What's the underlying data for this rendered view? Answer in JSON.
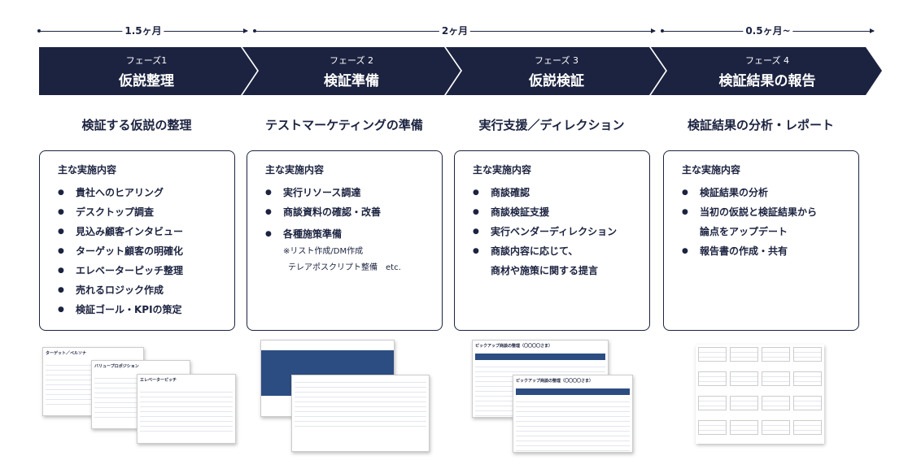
{
  "timeline": [
    {
      "label": "1.5ヶ月"
    },
    {
      "label": "2ヶ月"
    },
    {
      "label": "0.5ヶ月~"
    }
  ],
  "colors": {
    "navy": "#1c2340"
  },
  "phases": [
    {
      "number": "フェーズ1",
      "title": "仮説整理",
      "subtitle": "検証する仮説の整理",
      "heading": "主な実施内容",
      "items": [
        "貴社へのヒアリング",
        "デスクトップ調査",
        "見込み顧客インタビュー",
        "ターゲット顧客の明確化",
        "エレベーターピッチ整理",
        "売れるロジック作成",
        "検証ゴール・KPIの策定"
      ]
    },
    {
      "number": "フェーズ 2",
      "title": "検証準備",
      "subtitle": "テストマーケティングの準備",
      "heading": "主な実施内容",
      "items": [
        "実行リソース調達",
        "商談資料の確認・改善",
        "各種施策準備"
      ],
      "note1": "※リスト作成/DM作成",
      "note2": "テレアポスクリプト整備　etc."
    },
    {
      "number": "フェーズ 3",
      "title": "仮説検証",
      "subtitle": "実行支援／ディレクション",
      "heading": "主な実施内容",
      "items": [
        "商談確認",
        "商談検証支援",
        "実行ベンダーディレクション",
        "商談内容に応じて、"
      ],
      "cont": "商材や施策に関する提言"
    },
    {
      "number": "フェーズ 4",
      "title": "検証結果の報告",
      "subtitle": "検証結果の分析・レポート",
      "heading": "主な実施内容",
      "items": [
        "検証結果の分析",
        "当初の仮説と検証結果から"
      ],
      "cont": "論点をアップデート",
      "items2": [
        "報告書の作成・共有"
      ]
    }
  ],
  "thumbs": {
    "a": "ターゲット／ペルソナ",
    "b": "バリュープロポジション",
    "c": "エレベーターピッチ",
    "d": "ピックアップ商談の整理（〇〇〇〇さま）",
    "e": "ピックアップ商談の整理（〇〇〇〇さま）"
  }
}
